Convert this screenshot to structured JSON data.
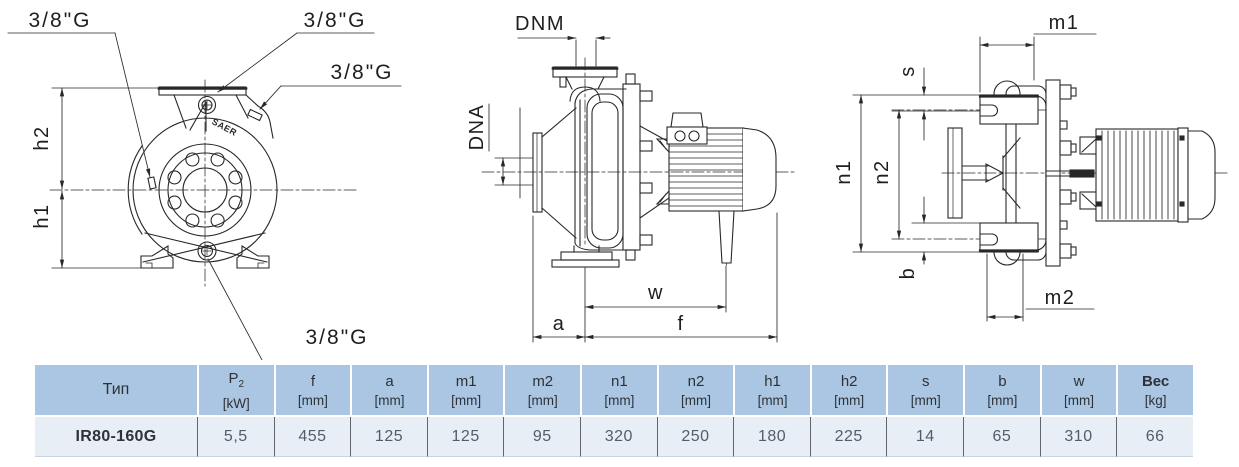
{
  "drawing": {
    "logo": "SAER",
    "front_view": {
      "port_top_left": "3/8\"G",
      "port_top": "3/8\"G",
      "port_side": "3/8\"G",
      "port_drain": "3/8\"G",
      "dim_h2": "h2",
      "dim_h1": "h1"
    },
    "side_view": {
      "dim_dnm": "DNM",
      "dim_dna": "DNA",
      "dim_w": "w",
      "dim_a": "a",
      "dim_f": "f"
    },
    "plan_view": {
      "dim_m1": "m1",
      "dim_m2": "m2",
      "dim_n1": "n1",
      "dim_n2": "n2",
      "dim_s": "s",
      "dim_b": "b"
    }
  },
  "table": {
    "header": [
      {
        "label": "Тип",
        "unit": ""
      },
      {
        "label": "P",
        "sub": "2",
        "unit": "[kW]"
      },
      {
        "label": "f",
        "unit": "[mm]"
      },
      {
        "label": "a",
        "unit": "[mm]"
      },
      {
        "label": "m1",
        "unit": "[mm]"
      },
      {
        "label": "m2",
        "unit": "[mm]"
      },
      {
        "label": "n1",
        "unit": "[mm]"
      },
      {
        "label": "n2",
        "unit": "[mm]"
      },
      {
        "label": "h1",
        "unit": "[mm]"
      },
      {
        "label": "h2",
        "unit": "[mm]"
      },
      {
        "label": "s",
        "unit": "[mm]"
      },
      {
        "label": "b",
        "unit": "[mm]"
      },
      {
        "label": "w",
        "unit": "[mm]"
      },
      {
        "label": "Вес",
        "unit": "[kg]"
      }
    ],
    "row": {
      "type": "IR80-160G",
      "p2": "5,5",
      "f": "455",
      "a": "125",
      "m1": "125",
      "m2": "95",
      "n1": "320",
      "n2": "250",
      "h1": "180",
      "h2": "225",
      "s": "14",
      "b": "65",
      "w": "310",
      "weight": "66"
    }
  },
  "colors": {
    "header_bg": "#aac6e2",
    "row_bg": "#e7eef5",
    "line": "#26282a",
    "value_text": "#545c66"
  }
}
